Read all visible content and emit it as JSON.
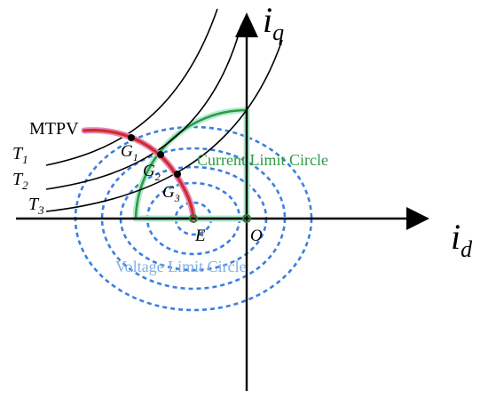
{
  "axes": {
    "id_label_main": "i",
    "id_label_sub": "d",
    "iq_label_main": "i",
    "iq_label_sub": "q"
  },
  "points": {
    "origin": "O",
    "center": "E",
    "g1_main": "G",
    "g1_sub": "1",
    "g2_main": "G",
    "g2_sub": "2",
    "g3_main": "G",
    "g3_sub": "3"
  },
  "torque_curves": {
    "t1_main": "T",
    "t1_sub": "1",
    "t2_main": "T",
    "t2_sub": "2",
    "t3_main": "T",
    "t3_sub": "3"
  },
  "labels": {
    "mtpv": "MTPV",
    "current_limit": "Current Limit Circle",
    "voltage_limit": "Voltage Limit Circle"
  },
  "colors": {
    "axis": "#000000",
    "mtpv_curve": "#d42a2a",
    "mtpv_glow": "#e28ab8",
    "current_limit": "#2e9a45",
    "current_limit_glow": "#b5ecd0",
    "voltage_limit": "#3b7fe0",
    "voltage_text": "#7fb0e6",
    "torque_curve": "#000000"
  }
}
